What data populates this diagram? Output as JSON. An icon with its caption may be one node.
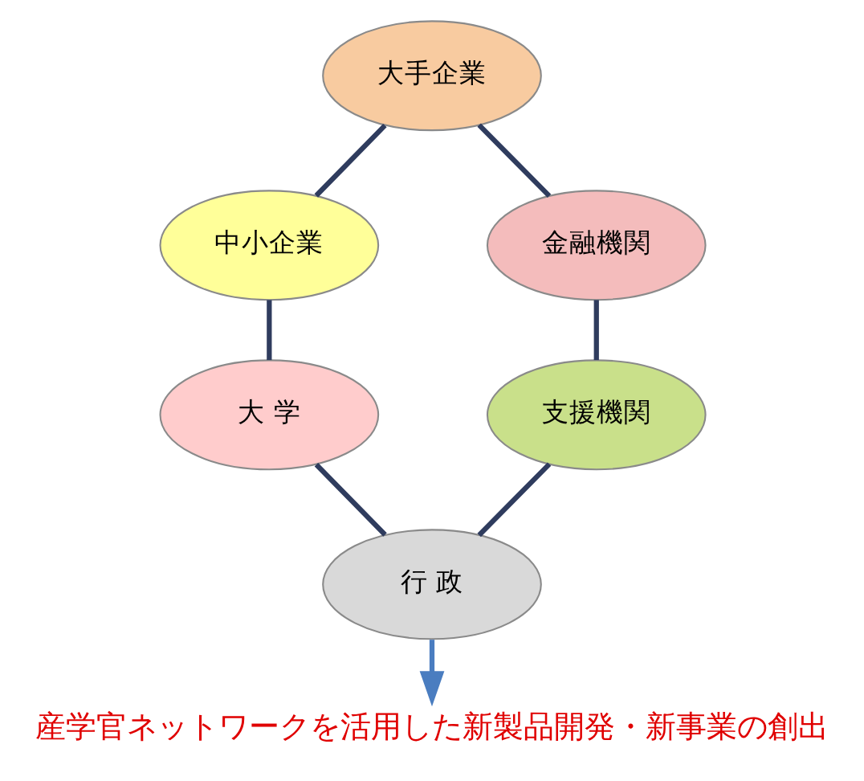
{
  "diagram": {
    "nodes": [
      {
        "text": [
          "大手企業"
        ]
      },
      {
        "text": [
          "中小企業"
        ]
      },
      {
        "text": [
          "金融機関"
        ]
      },
      {
        "text": [
          "大 学"
        ]
      },
      {
        "text": [
          "支援機関"
        ]
      },
      {
        "text": [
          "行 政"
        ]
      },
      {
        "text": [
          "産学官ネットワークを活用した新製品開発・新事業の創出"
        ]
      }
    ],
    "edges": [
      {
        "from": 0,
        "to": 2,
        "arrow": "none"
      },
      {
        "from": 2,
        "to": 4,
        "arrow": "none"
      },
      {
        "from": 4,
        "to": 5,
        "arrow": "none"
      },
      {
        "from": 5,
        "to": 3,
        "arrow": "none"
      },
      {
        "from": 3,
        "to": 1,
        "arrow": "none"
      },
      {
        "from": 1,
        "to": 0,
        "arrow": "none"
      },
      {
        "from": 5,
        "to": 6,
        "arrow": "to",
        "color": "#4a7dc0"
      }
    ]
  }
}
